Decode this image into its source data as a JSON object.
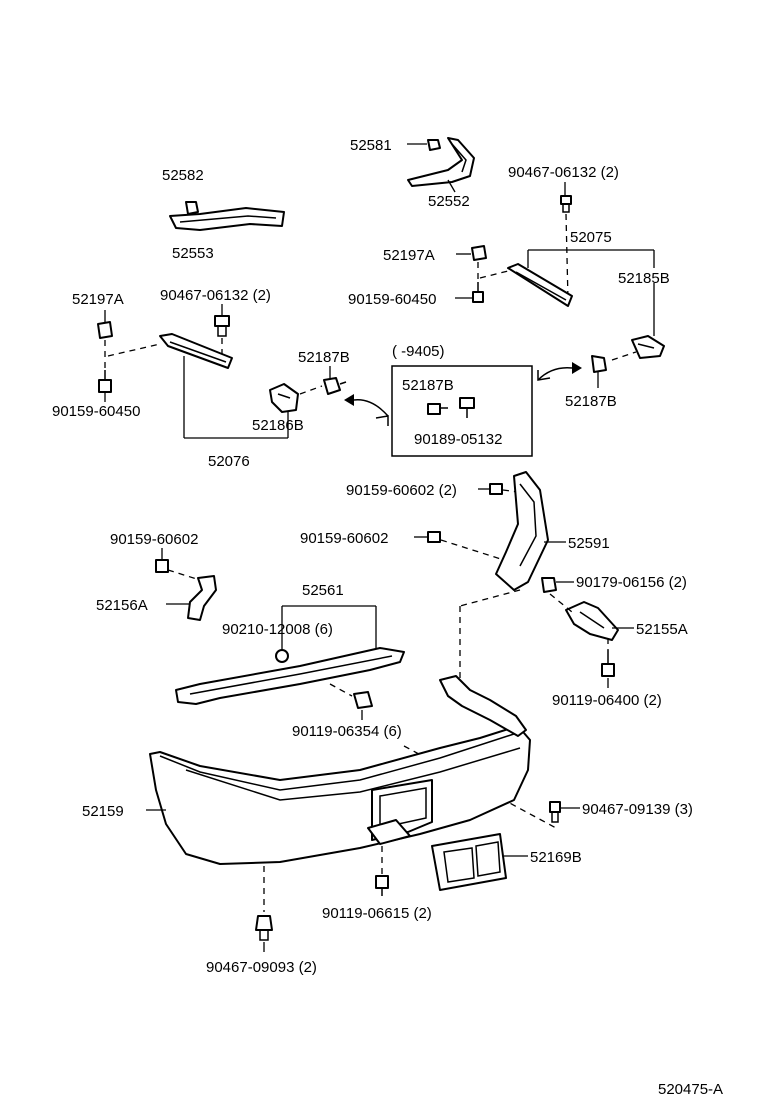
{
  "diagram": {
    "labels": {
      "p52581": "52581",
      "p52552": "52552",
      "p52582": "52582",
      "p52553": "52553",
      "p9046706132_right": "90467-06132 (2)",
      "p52075": "52075",
      "p52197A_right": "52197A",
      "p52185B": "52185B",
      "p9015960450_right": "90159-60450",
      "p52197A_left": "52197A",
      "p9046706132_left": "90467-06132 (2)",
      "p9015960450_left": "90159-60450",
      "p52187B_top": "52187B",
      "p52186B": "52186B",
      "p52076": "52076",
      "date_range": "(      -9405)",
      "p52187B_box": "52187B",
      "p9018905132": "90189-05132",
      "p52187B_right": "52187B",
      "p9015960602_2": "90159-60602 (2)",
      "p9015960602_mid": "90159-60602",
      "p52591": "52591",
      "p9015960602_left": "90159-60602",
      "p9017906156": "90179-06156 (2)",
      "p52561": "52561",
      "p52156A": "52156A",
      "p9021012008": "90210-12008 (6)",
      "p52155A": "52155A",
      "p9011906400": "90119-06400 (2)",
      "p9011906354": "90119-06354 (6)",
      "p52159": "52159",
      "p9046709139": "90467-09139 (3)",
      "p52169B": "52169B",
      "p9011906615": "90119-06615 (2)",
      "p9046709093": "90467-09093 (2)",
      "figure_code": "520475-A"
    }
  }
}
